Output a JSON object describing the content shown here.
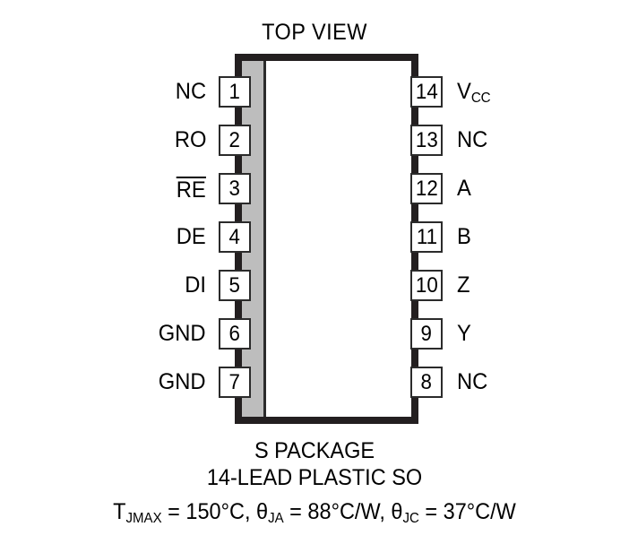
{
  "title": "TOP VIEW",
  "package": {
    "pin1_indicator": "gray-bar",
    "body_color": "#ffffff",
    "outline_color": "#231f20",
    "indicator_color": "#bdbdbd"
  },
  "pins": {
    "left": [
      {
        "number": "1",
        "label": "NC",
        "overbar": false
      },
      {
        "number": "2",
        "label": "RO",
        "overbar": false
      },
      {
        "number": "3",
        "label": "RE",
        "overbar": true
      },
      {
        "number": "4",
        "label": "DE",
        "overbar": false
      },
      {
        "number": "5",
        "label": "DI",
        "overbar": false
      },
      {
        "number": "6",
        "label": "GND",
        "overbar": false
      },
      {
        "number": "7",
        "label": "GND",
        "overbar": false
      }
    ],
    "right": [
      {
        "number": "14",
        "label": "V",
        "sub": "CC"
      },
      {
        "number": "13",
        "label": "NC",
        "sub": ""
      },
      {
        "number": "12",
        "label": "A",
        "sub": ""
      },
      {
        "number": "11",
        "label": "B",
        "sub": ""
      },
      {
        "number": "10",
        "label": "Z",
        "sub": ""
      },
      {
        "number": "9",
        "label": "Y",
        "sub": ""
      },
      {
        "number": "8",
        "label": "NC",
        "sub": ""
      }
    ]
  },
  "caption": {
    "line1": "S PACKAGE",
    "line2": "14-LEAD PLASTIC SO",
    "thermal": {
      "t_symbol": "T",
      "t_sub": "JMAX",
      "t_value": " = 150°C, ",
      "theta_ja_symbol": "θ",
      "theta_ja_sub": "JA",
      "theta_ja_value": " = 88°C/W, ",
      "theta_jc_symbol": "θ",
      "theta_jc_sub": "JC",
      "theta_jc_value": " = 37°C/W"
    }
  }
}
